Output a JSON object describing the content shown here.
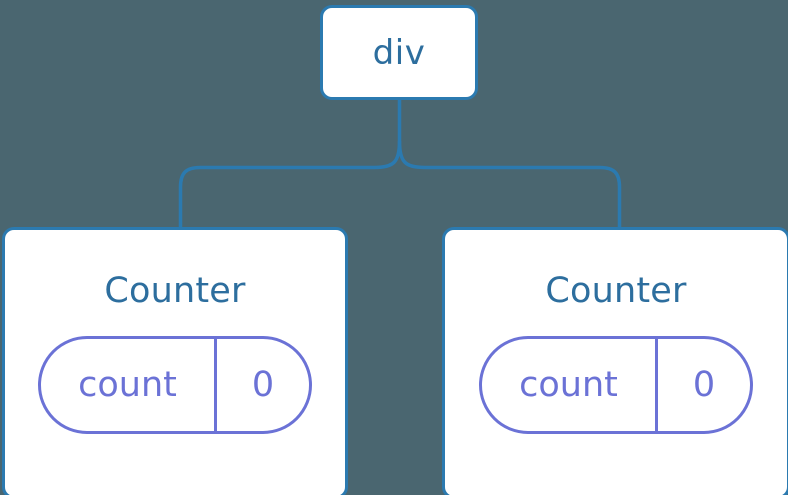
{
  "diagram": {
    "type": "component-tree",
    "background_color": "#4a6670",
    "edge_color": "#2b7ab0",
    "node_border_color": "#2b7ab0",
    "node_fill_color": "#ffffff",
    "node_text_color": "#2d6e9e",
    "state_color": "#6b72d6",
    "root": {
      "label": "div"
    },
    "children": [
      {
        "title": "Counter",
        "state": {
          "key": "count",
          "value": "0"
        }
      },
      {
        "title": "Counter",
        "state": {
          "key": "count",
          "value": "0"
        }
      }
    ]
  }
}
